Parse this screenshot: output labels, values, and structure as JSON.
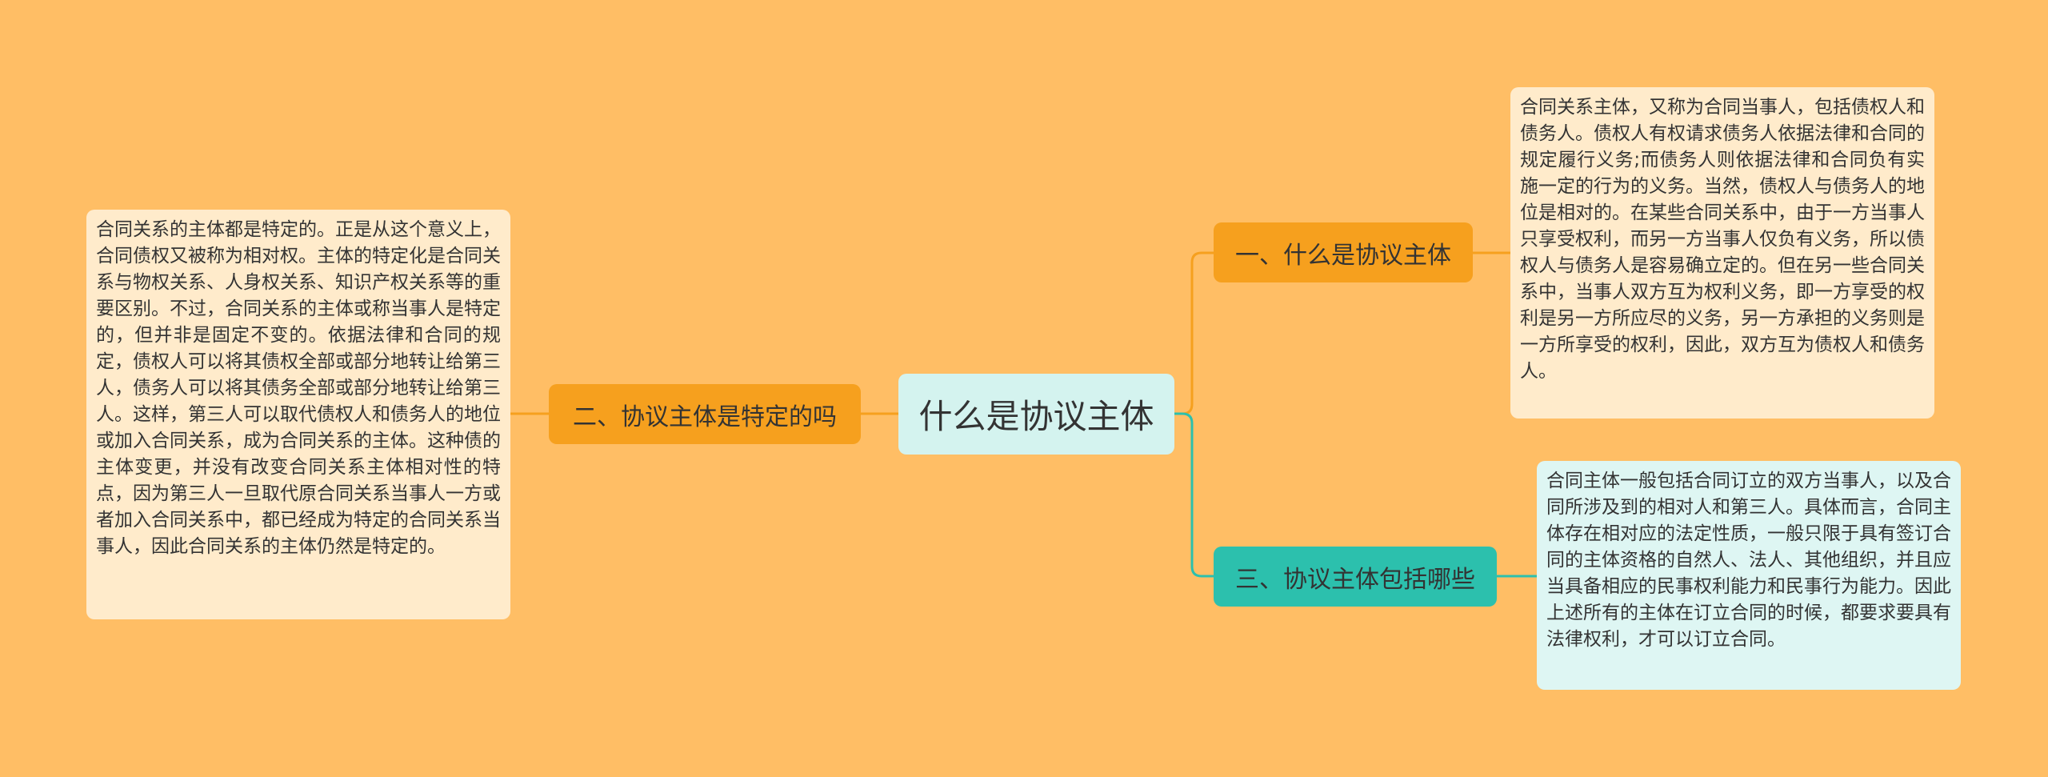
{
  "mindmap": {
    "center": {
      "label": "什么是协议主体"
    },
    "branches": [
      {
        "label": "一、什么是协议主体",
        "detail": "合同关系主体，又称为合同当事人，包括债权人和债务人。债权人有权请求债务人依据法律和合同的规定履行义务;而债务人则依据法律和合同负有实施一定的行为的义务。当然，债权人与债务人的地位是相对的。在某些合同关系中，由于一方当事人只享受权利，而另一方当事人仅负有义务，所以债权人与债务人是容易确立定的。但在另一些合同关系中，当事人双方互为权利义务，即一方享受的权利是另一方所应尽的义务，另一方承担的义务则是一方所享受的权利，因此，双方互为债权人和债务人。"
      },
      {
        "label": "二、协议主体是特定的吗",
        "detail": "合同关系的主体都是特定的。正是从这个意义上，合同债权又被称为相对权。主体的特定化是合同关系与物权关系、人身权关系、知识产权关系等的重要区别。不过，合同关系的主体或称当事人是特定的，但并非是固定不变的。依据法律和合同的规定，债权人可以将其债权全部或部分地转让给第三人，债务人可以将其债务全部或部分地转让给第三人。这样，第三人可以取代债权人和债务人的地位或加入合同关系，成为合同关系的主体。这种债的主体变更，并没有改变合同关系主体相对性的特点，因为第三人一旦取代原合同关系当事人一方或者加入合同关系中，都已经成为特定的合同关系当事人，因此合同关系的主体仍然是特定的。"
      },
      {
        "label": "三、协议主体包括哪些",
        "detail": "合同主体一般包括合同订立的双方当事人，以及合同所涉及到的相对人和第三人。具体而言，合同主体存在相对应的法定性质，一般只限于具有签订合同的主体资格的自然人、法人、其他组织，并且应当具备相应的民事权利能力和民事行为能力。因此上述所有的主体在订立合同的时候，都要求要具有法律权利，才可以订立合同。"
      }
    ]
  },
  "colors": {
    "background": "#FFBE65",
    "center_fill": "#D4F3EF",
    "orange_branch": "#F6A01E",
    "teal_branch": "#2CC0AD",
    "cream_leaf": "#FFEBCB",
    "mint_leaf": "#DEF6F3"
  }
}
